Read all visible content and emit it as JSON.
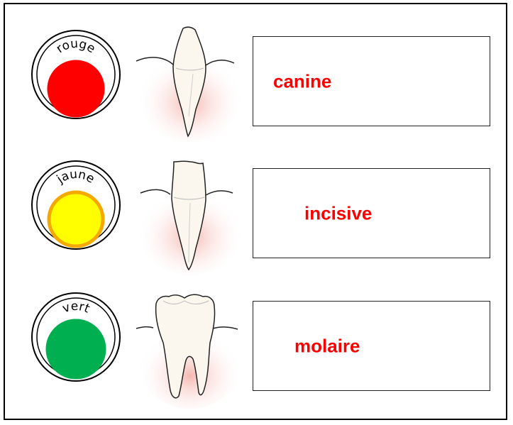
{
  "rows": [
    {
      "color_word": "rouge",
      "dot_color": "#ff0000",
      "dot_ring_color": "#ff0000",
      "tooth_type_icon": "canine-tooth-icon",
      "answer": "canine"
    },
    {
      "color_word": "jaune",
      "dot_color": "#ffff00",
      "dot_ring_color": "#f5a800",
      "tooth_type_icon": "incisor-tooth-icon",
      "answer": "incisive"
    },
    {
      "color_word": "vert",
      "dot_color": "#00b050",
      "dot_ring_color": "#00b050",
      "tooth_type_icon": "molar-tooth-icon",
      "answer": "molaire"
    }
  ],
  "colors": {
    "answer_text": "#ff0000",
    "gum": "#f7c9c4"
  }
}
